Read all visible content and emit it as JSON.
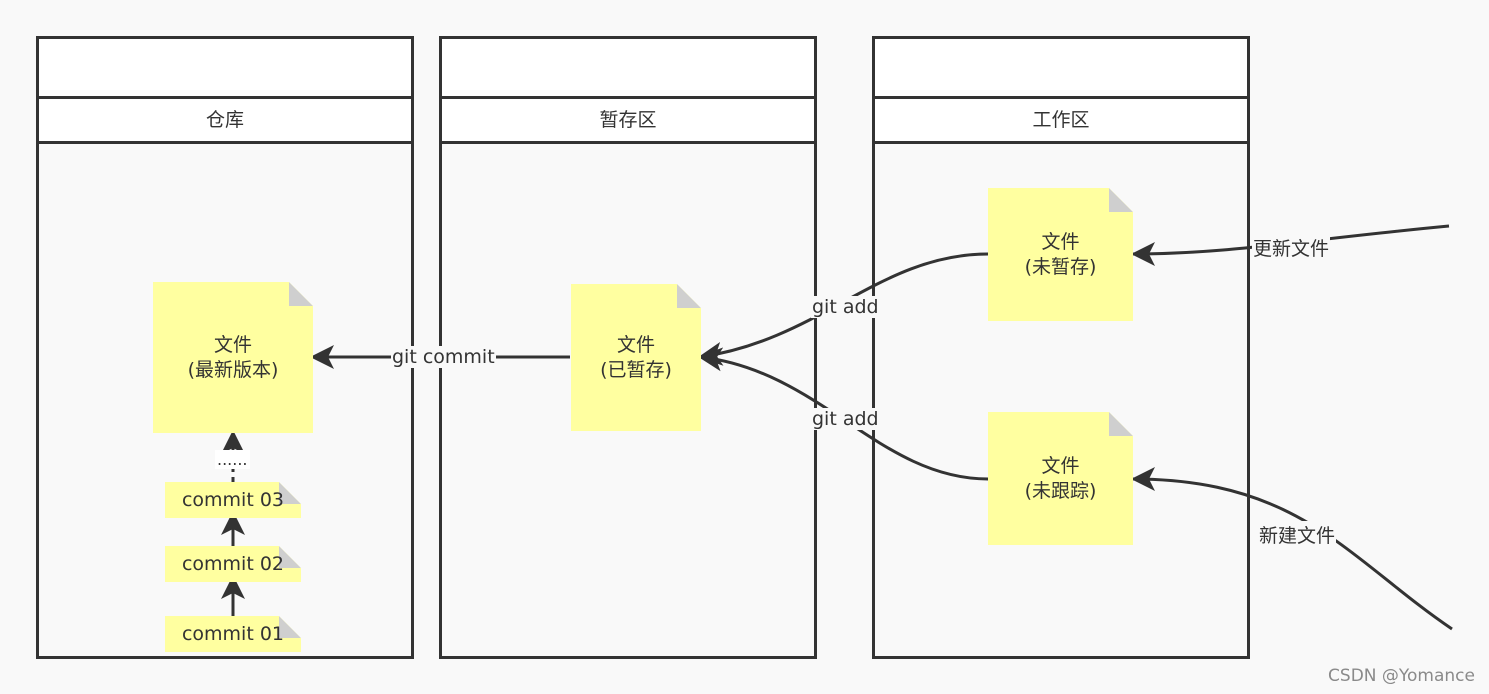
{
  "panels": {
    "repository": {
      "title": "仓库"
    },
    "staging": {
      "title": "暂存区"
    },
    "working": {
      "title": "工作区"
    }
  },
  "notes": {
    "repo_file": {
      "line1": "文件",
      "line2": "(最新版本)"
    },
    "staged_file": {
      "line1": "文件",
      "line2": "(已暂存)"
    },
    "unstaged_file": {
      "line1": "文件",
      "line2": "(未暂存)"
    },
    "untracked_file": {
      "line1": "文件",
      "line2": "(未跟踪)"
    }
  },
  "commits": [
    "commit 03",
    "commit 02",
    "commit 01"
  ],
  "dots": "......",
  "edges": {
    "git_commit": "git commit",
    "git_add_unstaged": "git add",
    "git_add_untracked": "git add",
    "update_file": "更新文件",
    "new_file": "新建文件"
  },
  "colors": {
    "note_fill": "#ffffa0",
    "note_fold": "#cfcfcf",
    "line": "#333333",
    "background": "#f9f9f9"
  },
  "watermark": "CSDN @Yomance"
}
